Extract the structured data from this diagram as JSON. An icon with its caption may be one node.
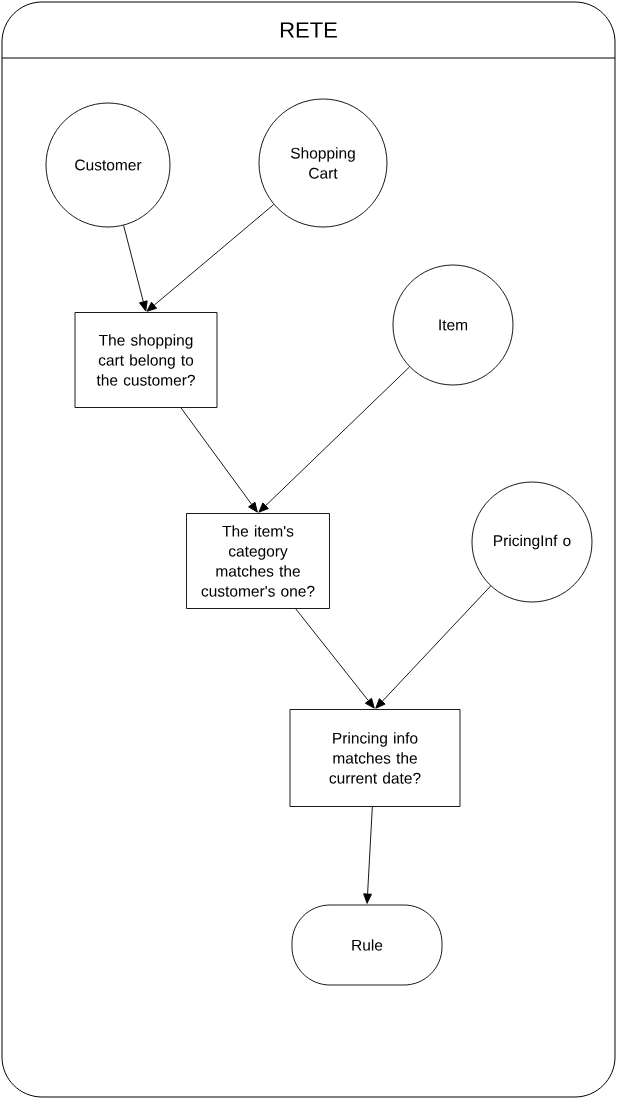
{
  "diagram": {
    "nodes": [
      {
        "text": [
          "RETE"
        ]
      },
      {
        "text": [
          "Customer"
        ],
        "in": 0
      },
      {
        "text": [
          "Shopping Cart"
        ],
        "in": 0
      },
      {
        "text": [
          "The shopping cart belong to the customer?"
        ],
        "in": 0
      },
      {
        "text": [
          "Item"
        ],
        "in": 0
      },
      {
        "text": [
          "The item's category matches the customer's one?"
        ],
        "in": 0
      },
      {
        "text": [
          "PricingInf o"
        ],
        "in": 0
      },
      {
        "text": [
          "Princing info matches the current date?"
        ],
        "in": 0
      },
      {
        "text": [
          "Rule"
        ],
        "in": 0
      }
    ],
    "edges": [
      {
        "from": 1,
        "to": 3,
        "arrow": "to"
      },
      {
        "from": 2,
        "to": 3,
        "arrow": "to"
      },
      {
        "from": 3,
        "to": 5,
        "arrow": "to"
      },
      {
        "from": 4,
        "to": 5,
        "arrow": "to"
      },
      {
        "from": 5,
        "to": 7,
        "arrow": "to"
      },
      {
        "from": 6,
        "to": 7,
        "arrow": "to"
      },
      {
        "from": 7,
        "to": 8,
        "arrow": "to"
      }
    ]
  }
}
